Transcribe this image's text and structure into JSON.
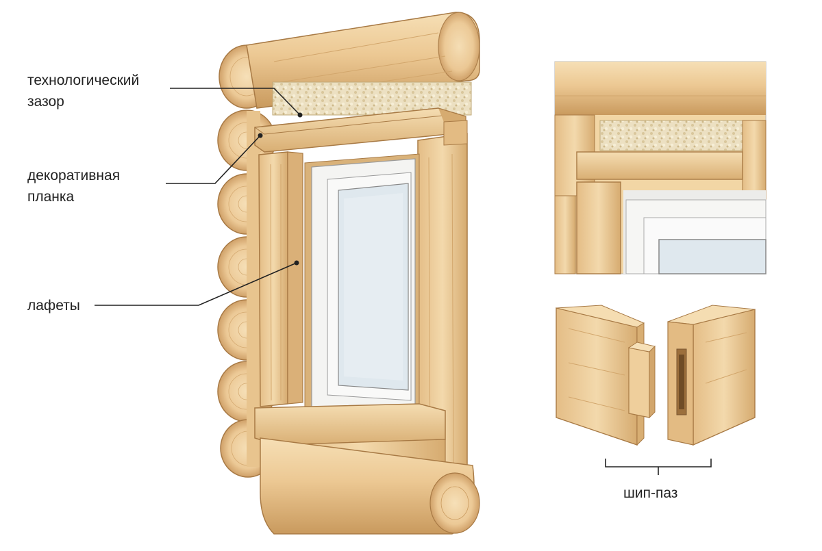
{
  "labels": {
    "tech_gap_line1": "технологический",
    "tech_gap_line2": "зазор",
    "plank_line1": "декоративная",
    "plank_line2": "планка",
    "lafety": "лафеты",
    "tenon_groove": "шип-паз"
  },
  "colors": {
    "wood_light": "#f3d9ac",
    "wood_mid": "#e6c08a",
    "wood_dark": "#c99a5e",
    "wood_edge": "#a87a45",
    "insulation": "#e9dcbc",
    "window_frame": "#f4f4f2",
    "glass": "#dfe8ee",
    "leader_line": "#222222"
  },
  "icons": {
    "main": "log-wall-window-icon",
    "detail": "window-corner-detail-icon",
    "joint": "tenon-groove-joint-icon"
  }
}
